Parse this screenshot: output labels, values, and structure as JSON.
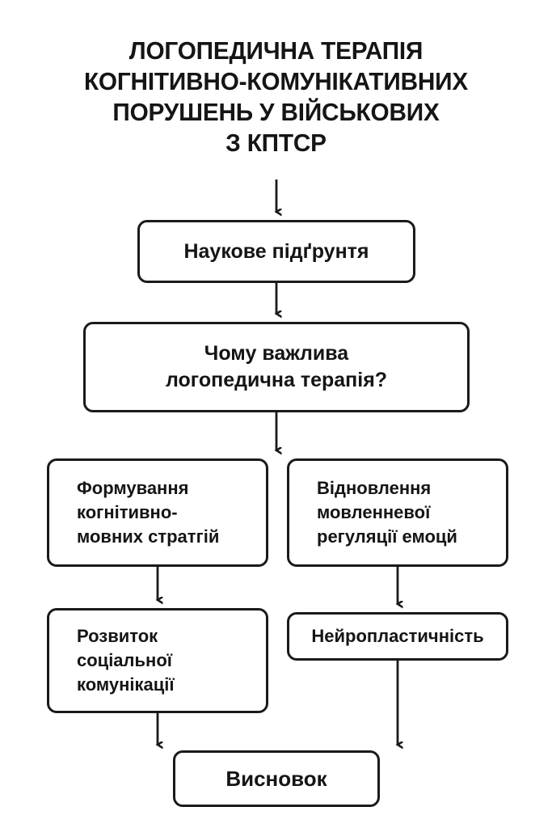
{
  "document": {
    "title_lines": [
      "ЛОГОПЕДИЧНА ТЕРАПІЯ",
      "КОГНІТИВНО-КОМУНІКАТИВНИХ",
      "ПОРУШЕНЬ У ВІЙСЬКОВИХ",
      "З КПТСР"
    ],
    "background_color": "#ffffff",
    "ink_color": "#1a1a1a"
  },
  "chart_data": {
    "type": "diagram",
    "diagram_kind": "flowchart",
    "title": "ЛОГОПЕДИЧНА ТЕРАПІЯ КОГНІТИВНО-КОМУНІКАТИВНИХ ПОРУШЕНЬ У ВІЙСЬКОВИХ З КПТСР",
    "orientation": "top-to-bottom",
    "node_shape": "rounded-rectangle",
    "node_fill": "#ffffff",
    "node_stroke": "#1a1a1a",
    "nodes": [
      {
        "id": "science",
        "label": "Наукове підґрунтя",
        "level": 1,
        "column": "center"
      },
      {
        "id": "why",
        "label": "Чому важлива\nлогопедична терапія?",
        "level": 2,
        "column": "center"
      },
      {
        "id": "strategies",
        "label": "Формування\nкогнітивно-\nмовних стратгій",
        "level": 3,
        "column": "left"
      },
      {
        "id": "emotions",
        "label": "Відновлення\nмовленневої\nрегуляції емоцй",
        "level": 3,
        "column": "right"
      },
      {
        "id": "social",
        "label": "Розвиток\nсоціальної\nкомунікації",
        "level": 4,
        "column": "left"
      },
      {
        "id": "neuro",
        "label": "Нейропластичність",
        "level": 4,
        "column": "right"
      },
      {
        "id": "conclusion",
        "label": "Висновок",
        "level": 5,
        "column": "center"
      }
    ],
    "edges": [
      {
        "from": "title",
        "to": "science",
        "style": "arrow-down"
      },
      {
        "from": "science",
        "to": "why",
        "style": "arrow-down"
      },
      {
        "from": "why",
        "to": "split",
        "style": "arrow-down"
      },
      {
        "from": "strategies",
        "to": "social",
        "style": "arrow-down"
      },
      {
        "from": "emotions",
        "to": "neuro",
        "style": "arrow-down"
      },
      {
        "from": "social",
        "to": "conclusion",
        "style": "arrow-down"
      },
      {
        "from": "neuro",
        "to": "conclusion",
        "style": "arrow-down"
      }
    ]
  }
}
